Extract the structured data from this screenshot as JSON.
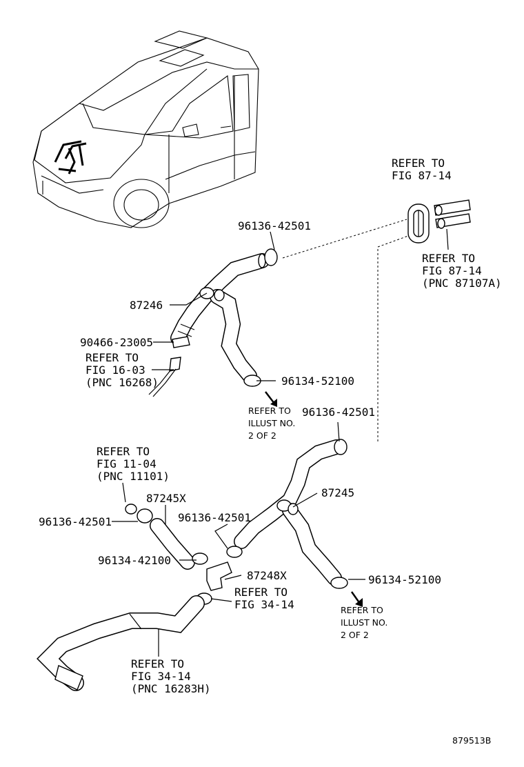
{
  "labels": {
    "refer_fig_87_14_top": [
      "REFER TO",
      "FIG 87-14"
    ],
    "refer_fig_87_14_pnc": [
      "REFER TO",
      "FIG 87-14",
      "(PNC 87107A)"
    ],
    "clamp_96136_42501_a": "96136-42501",
    "hose_87246": "87246",
    "clip_90466_23005": "90466-23005",
    "refer_fig_16_03": [
      "REFER TO",
      "FIG 16-03",
      "(PNC 16268)"
    ],
    "clamp_96134_52100_a": "96134-52100",
    "refer_illust_a": [
      "REFER TO",
      "ILLUST NO.",
      "2 OF 2"
    ],
    "clamp_96136_42501_b": "96136-42501",
    "refer_fig_11_04": [
      "REFER TO",
      "FIG 11-04",
      "(PNC 11101)"
    ],
    "hose_87245x": "87245X",
    "hose_87245": "87245",
    "clamp_96136_42501_c": "96136-42501",
    "clamp_96136_42501_d": "96136-42501",
    "clamp_96134_42100": "96134-42100",
    "pipe_87248x": "87248X",
    "refer_fig_34_14": [
      "REFER TO",
      "FIG 34-14"
    ],
    "clamp_96134_52100_b": "96134-52100",
    "refer_illust_b": [
      "REFER TO",
      "ILLUST NO.",
      "2 OF 2"
    ],
    "refer_fig_34_14_pnc": [
      "REFER TO",
      "FIG 34-14",
      "(PNC 16283H)"
    ],
    "diagram_code": "879513B"
  }
}
